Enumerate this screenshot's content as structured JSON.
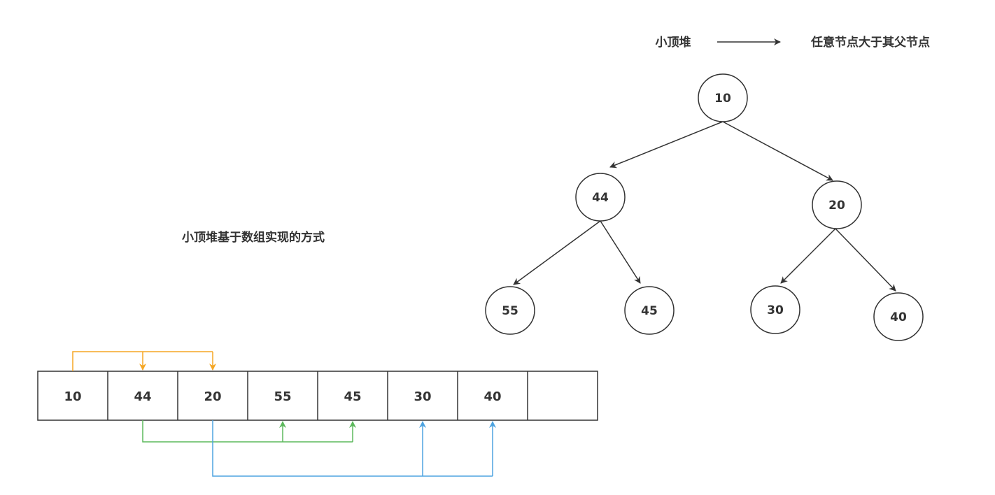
{
  "legend": {
    "term": "小顶堆",
    "definition": "任意节点大于其父节点"
  },
  "array_caption": "小顶堆基于数组实现的方式",
  "tree_nodes": [
    {
      "id": "n0",
      "value": "10"
    },
    {
      "id": "n1",
      "value": "44"
    },
    {
      "id": "n2",
      "value": "20"
    },
    {
      "id": "n3",
      "value": "55"
    },
    {
      "id": "n4",
      "value": "45"
    },
    {
      "id": "n5",
      "value": "30"
    },
    {
      "id": "n6",
      "value": "40"
    }
  ],
  "tree_edges": [
    {
      "from": "n0",
      "to": "n1"
    },
    {
      "from": "n0",
      "to": "n2"
    },
    {
      "from": "n1",
      "to": "n3"
    },
    {
      "from": "n1",
      "to": "n4"
    },
    {
      "from": "n2",
      "to": "n5"
    },
    {
      "from": "n2",
      "to": "n6"
    }
  ],
  "array_cells": [
    "10",
    "44",
    "20",
    "55",
    "45",
    "30",
    "40",
    ""
  ],
  "array_links": [
    {
      "parent_index": 0,
      "children": [
        1,
        2
      ],
      "color": "#f5a623"
    },
    {
      "parent_index": 1,
      "children": [
        3,
        4
      ],
      "color": "#5cb85c"
    },
    {
      "parent_index": 2,
      "children": [
        5,
        6
      ],
      "color": "#4da3e0"
    }
  ]
}
